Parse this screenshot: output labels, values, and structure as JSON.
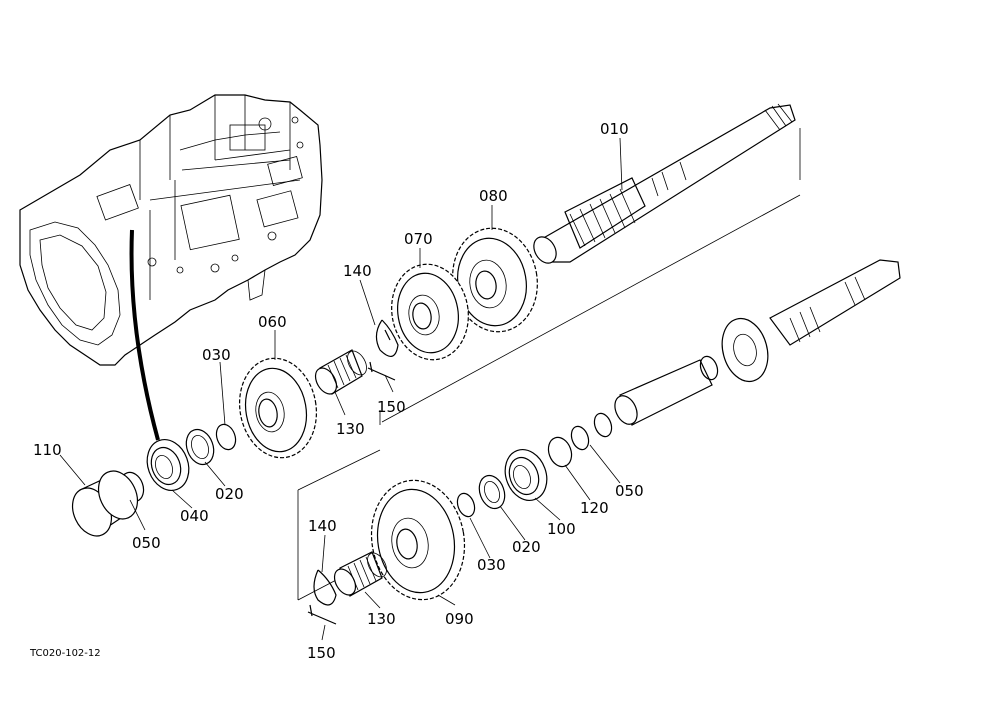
{
  "diagram": {
    "reference_code": "TC020-102-12",
    "labels": {
      "p010": "010",
      "p080": "080",
      "p070": "070",
      "p140a": "140",
      "p150a": "150",
      "p060": "060",
      "p030a": "030",
      "p130a": "130",
      "p110": "110",
      "p050a": "050",
      "p040": "040",
      "p020a": "020",
      "p140b": "140",
      "p150b": "150",
      "p130b": "130",
      "p090": "090",
      "p030b": "030",
      "p020b": "020",
      "p100": "100",
      "p120": "120",
      "p050b": "050"
    }
  }
}
